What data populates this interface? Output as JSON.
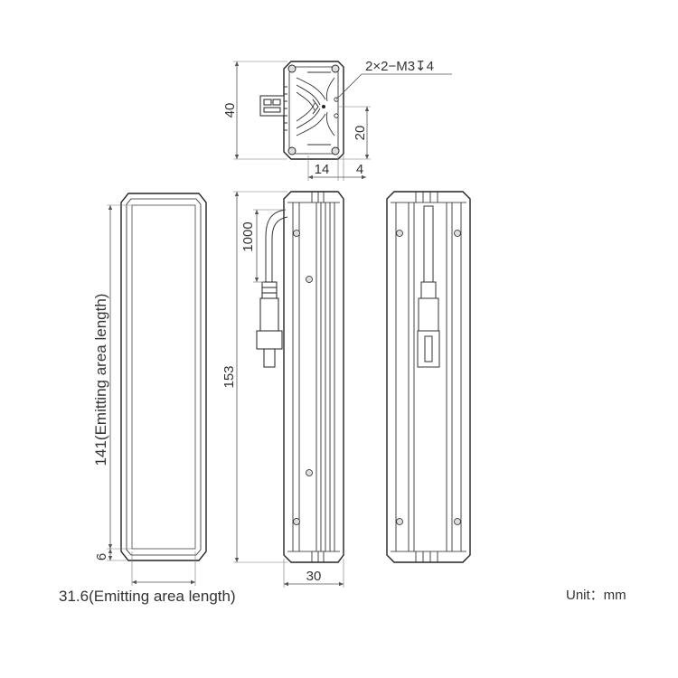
{
  "top_view": {
    "height_dim": "40",
    "hole_dim": "20",
    "width_dim_a": "14",
    "width_dim_b": "4",
    "thread_note": "2×2−M3↧4"
  },
  "front_view": {
    "emitting_length_label": "141(Emitting area length)",
    "edge_dim": "6",
    "emitting_width_label": "31.6(Emitting area length)"
  },
  "side_view": {
    "cable_length": "1000",
    "total_length": "153",
    "width_dim": "30"
  },
  "unit_label": "Unit：mm",
  "colors": {
    "line": "#222222",
    "dimension": "#555555",
    "text": "#333333"
  }
}
